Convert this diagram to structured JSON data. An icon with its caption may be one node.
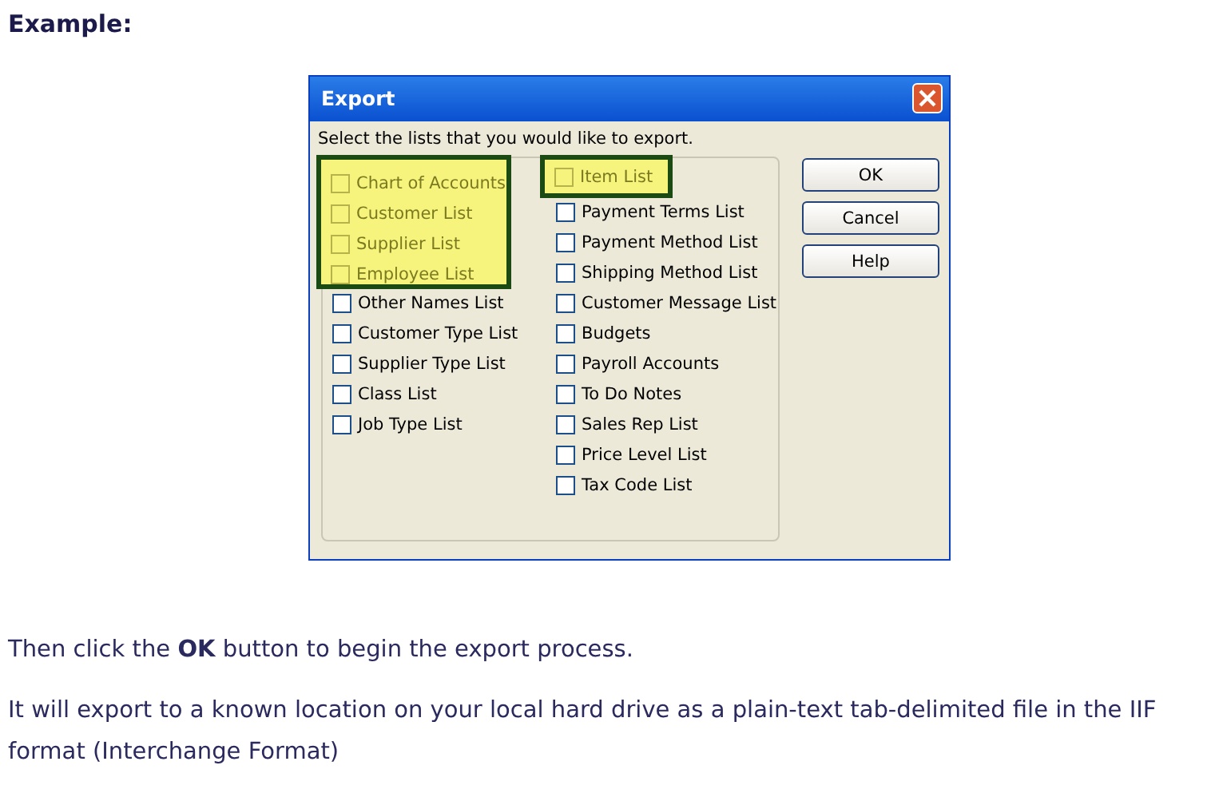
{
  "diagram": {
    "title": "Example:",
    "nodes": [
      {
        "text": [
          "Export",
          "Select the lists that you would like to export."
        ]
      },
      {
        "text": [
          "Other Names List",
          "Customer Type List",
          "Supplier Type List",
          "Class List",
          "Job Type List",
          "Payment Terms List",
          "Payment Method List",
          "Shipping Method List",
          "Customer Message List",
          "Budgets",
          "Payroll Accounts",
          "To Do Notes",
          "Sales Rep List",
          "Price Level List",
          "Tax Code List"
        ],
        "in": 0
      },
      {
        "text": [
          "Chart of Accounts",
          "Customer List",
          "Supplier List",
          "Employee List"
        ],
        "in": 1
      },
      {
        "text": [
          "Item List"
        ],
        "in": 1
      },
      {
        "text": [
          "OK"
        ],
        "in": 0
      },
      {
        "text": [
          "Cancel"
        ],
        "in": 0
      },
      {
        "text": [
          "Help"
        ],
        "in": 0
      }
    ],
    "labels": [
      "Then click the **OK** button to begin the export process.",
      "It will export to a known location on your local hard drive as a plain-text tab-delimited file in the IIF format (Interchange Format)"
    ]
  }
}
